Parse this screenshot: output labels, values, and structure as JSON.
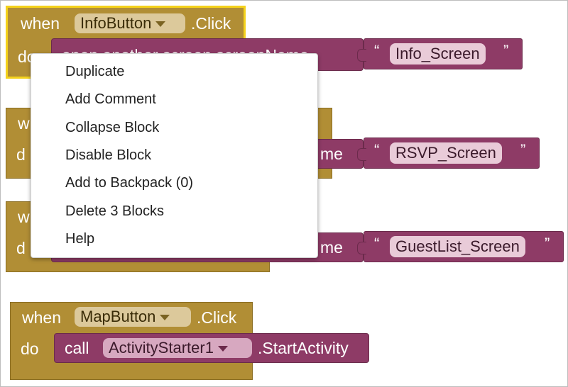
{
  "blocks": {
    "block1": {
      "when": "when",
      "component": "InfoButton",
      "event": ".Click",
      "do": "do",
      "action_partial": "open another screen  screenName",
      "string": "Info_Screen"
    },
    "block2": {
      "when": "w",
      "do": "d",
      "action_partial": "me",
      "string": "RSVP_Screen"
    },
    "block3": {
      "when": "w",
      "do": "d",
      "action_partial": "me",
      "string": "GuestList_Screen"
    },
    "block4": {
      "when": "when",
      "component": "MapButton",
      "event": ".Click",
      "do": "do",
      "call": "call",
      "call_component": "ActivityStarter1",
      "method": ".StartActivity"
    },
    "quote_open": "“",
    "quote_close": "”"
  },
  "context_menu": {
    "items": [
      {
        "label": "Duplicate"
      },
      {
        "label": "Add Comment"
      },
      {
        "label": "Collapse Block"
      },
      {
        "label": "Disable Block"
      },
      {
        "label": "Add to Backpack (0)"
      },
      {
        "label": "Delete 3 Blocks"
      },
      {
        "label": "Help"
      }
    ]
  },
  "colors": {
    "event_block": "#b18e35",
    "selection_highlight": "#f4d21b",
    "procedure_block": "#8e3b66",
    "string_field": "#e9cbd8"
  }
}
